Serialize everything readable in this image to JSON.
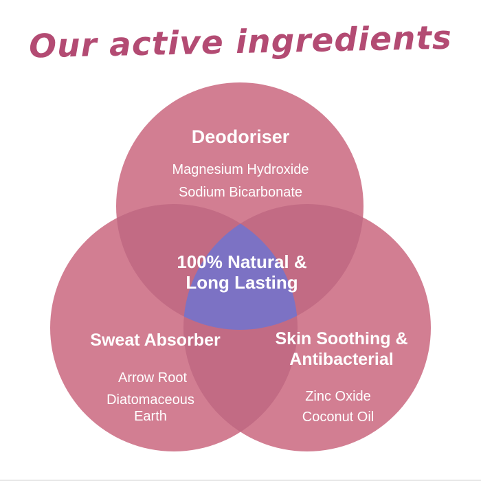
{
  "title": "Our active ingredients",
  "colors": {
    "background": "#ffffff",
    "title": "#b34b73",
    "circle": "#d27e92",
    "overlap": "#c26b84",
    "center_overlap": "#7c72c4",
    "label_text": "#ffffff"
  },
  "chart_data": {
    "type": "venn",
    "title": "Our active ingredients",
    "sets": [
      {
        "name": "Deodoriser",
        "items": [
          "Magnesium Hydroxide",
          "Sodium Bicarbonate"
        ]
      },
      {
        "name": "Sweat Absorber",
        "items": [
          "Arrow Root",
          "Diatomaceous Earth"
        ]
      },
      {
        "name": "Skin Soothing & Antibacterial",
        "items": [
          "Zinc Oxide",
          "Coconut Oil"
        ]
      }
    ],
    "triple_intersection_label": "100% Natural & Long Lasting"
  },
  "venn": {
    "center": {
      "line1": "100% Natural &",
      "line2": "Long Lasting"
    },
    "deodoriser": {
      "title": "Deodoriser",
      "item1": "Magnesium Hydroxide",
      "item2": "Sodium Bicarbonate"
    },
    "sweat": {
      "title": "Sweat Absorber",
      "item1": "Arrow Root",
      "item2_line1": "Diatomaceous",
      "item2_line2": "Earth"
    },
    "skin": {
      "title_line1": "Skin Soothing &",
      "title_line2": "Antibacterial",
      "item1": "Zinc Oxide",
      "item2": "Coconut Oil"
    }
  }
}
